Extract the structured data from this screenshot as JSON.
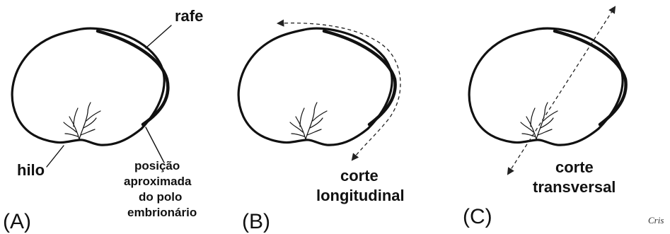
{
  "panels": [
    {
      "letter": "(A)",
      "labels": {
        "rafe": "rafe",
        "hilo": "hilo",
        "embryo_lines": [
          "posição",
          "aproximada",
          "do polo",
          "embrionário"
        ]
      }
    },
    {
      "letter": "(B)",
      "caption_lines": [
        "corte",
        "longitudinal"
      ]
    },
    {
      "letter": "(C)",
      "caption_lines": [
        "corte",
        "transversal"
      ]
    }
  ],
  "credit": "Cris"
}
